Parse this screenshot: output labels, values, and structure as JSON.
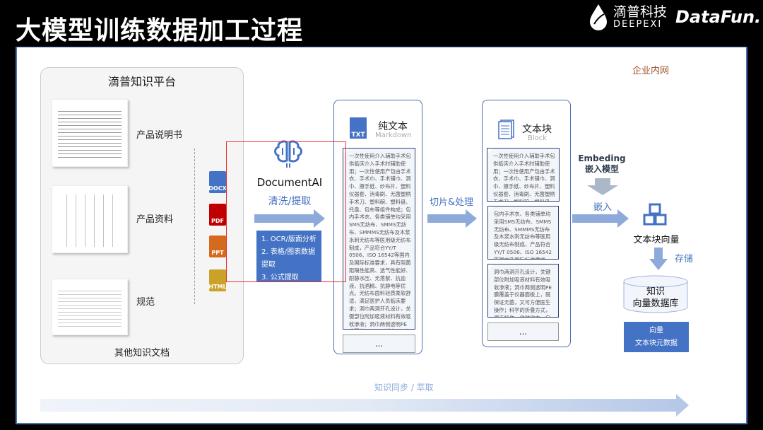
{
  "title": "大模型训练数据加工过程",
  "logos": {
    "deepexi_cn": "滴普科技",
    "deepexi_en": "DEEPEXI",
    "datafun": "DataFun."
  },
  "intranet_label": "企业内网",
  "platform": {
    "title": "滴普知识平台",
    "items": [
      {
        "label": "产品说明书"
      },
      {
        "label": "产品资料"
      },
      {
        "label": "规范"
      }
    ],
    "footer": "其他知识文档"
  },
  "file_types": [
    {
      "label": "DOCX",
      "color": "#4472c4"
    },
    {
      "label": "PDF",
      "color": "#c00000"
    },
    {
      "label": "PPT",
      "color": "#d46a1e"
    },
    {
      "label": "HTML",
      "color": "#c9a227"
    }
  ],
  "document_ai": {
    "name": "DocumentAI",
    "action": "清洗/提取",
    "steps": [
      "1. OCR/版面分析",
      "2. 表格/图表数据提取",
      "3. 公式提取"
    ]
  },
  "plain_text": {
    "title": "纯文本",
    "subtitle": "Markdown",
    "icon_label": "TXT",
    "content": "一次性使用介入辅助手术包供临床介入手术时辅助使用；一次性使用产包由手术衣、手术巾、手术铺巾、洞巾、擦手纸、纱布片、塑料仪器套、消毒刷、无菌塑柄手术刀、塑料碗、塑料盘、托盘、包布等组件构成；包内手术衣、各类铺单均采用SMS无纺布、SMMS无纺布、SMMMS无纺布及木浆水刺无纺布等医用级无纺布制成，产品符合YY/T 0506、ISO 16542等国内及国际标准要求，具有阻菌阻隔性能高、透气性能好、耐静水压、无落絮、抗血液、抗酒精、抗静电等优点。无纺布面料轻质柔软舒适，满足医护人员临床要求；洞巾两洞开孔设计，关键部位附加吸液材料有效吸收渗液；洞巾两侧透明PE膜覆盖于仪器面板上，既保证无菌，又可方便医生操作；科学的折叠方式，便于操作，省时省力。包内组件可按照客户要求订制。",
    "more": "..."
  },
  "slice_label": "切片&处理",
  "blocks": {
    "title": "文本块",
    "subtitle": "Block",
    "items": [
      "一次性使用介入辅助手术包供临床介入手术时辅助使用；一次性使用产包由手术衣、手术巾、手术铺巾、洞巾、擦手纸、纱布片、塑料仪器套、消毒刷、无菌塑柄手术刀、塑料碗、塑料盘、托盘、包布等组件构成",
      "包内手术衣、各类铺单均采用SMS无纺布、SMMS无纺布、SMMMS无纺布及木浆水刺无纺布等医用级无纺布制成，产品符合YY/T 0506、ISO 16542等国内及国际标准要求。抗酒精、抗静电等优点…",
      "洞巾两洞开孔设计，关键部位附加吸液材料有效吸收渗液；洞巾两侧透明PE膜覆盖于仪器面板上，既保证无菌，又可方便医生操作；科学的折叠方式，便于操作，省时省力。包内组件可按照客户要求订制。…"
    ],
    "more": "..."
  },
  "embedding": {
    "model_en": "Embeding",
    "model_cn": "嵌入模型",
    "embed_label": "嵌入",
    "vector_label": "文本块向量",
    "store_label": "存储",
    "db_line1": "知识",
    "db_line2": "向量数据库",
    "meta_line1": "向量",
    "meta_line2": "文本块元数据"
  },
  "sync_label": "知识同步 / 萃取",
  "colors": {
    "accent": "#4472c4",
    "arrow": "#8eaadb",
    "border": "#4a6fb5",
    "highlight": "#e83030",
    "intranet": "#a0522d"
  }
}
